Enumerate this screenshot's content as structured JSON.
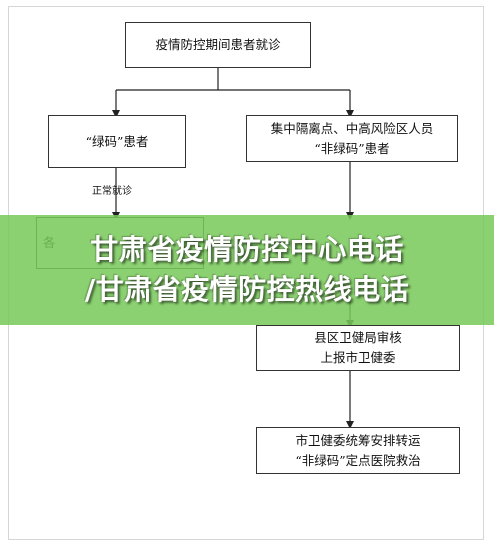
{
  "diagram": {
    "nodes": {
      "start": {
        "lines": [
          "疫情防控期间患者就诊"
        ]
      },
      "green": {
        "lines": [
          "“绿码”患者"
        ]
      },
      "nongreen": {
        "lines": [
          "集中隔离点、中高风险区人员",
          "“非绿码”患者"
        ]
      },
      "left_bottom": {
        "lines": [
          "各"
        ]
      },
      "county": {
        "lines": [
          "县区卫健局审核",
          "上报市卫健委"
        ]
      },
      "city": {
        "lines": [
          "市卫健委统筹安排转运",
          "“非绿码”定点医院救治"
        ]
      }
    },
    "edge_label": "正常就诊"
  },
  "banner": {
    "line1": "甘肃省疫情防控中心电话",
    "line2": "/甘肃省疫情防控热线电话"
  },
  "colors": {
    "banner": "#78c85a",
    "line": "#222222"
  }
}
